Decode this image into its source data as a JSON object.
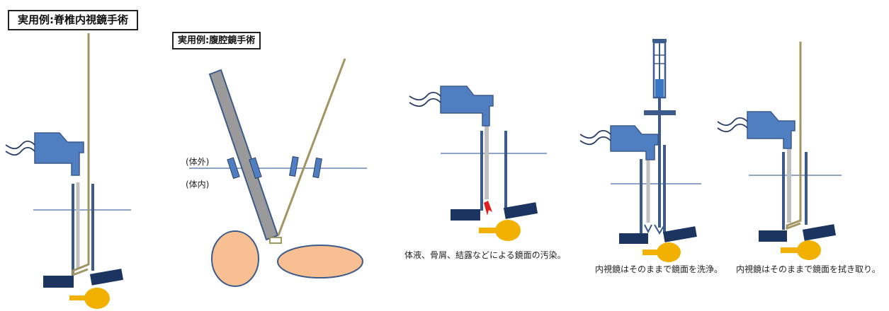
{
  "titles": {
    "spinal": "実用例:脊椎内視鏡手術",
    "laparo": "実用例:腹腔鏡手術"
  },
  "labels": {
    "outside": "(体外)",
    "inside": "(体内)"
  },
  "captions": {
    "contamination": "体液、骨屑、結露などによる鏡面の汚染。",
    "washing": "内視鏡はそのままで鏡面を洗浄。",
    "wiping": "内視鏡はそのままで鏡面を拭き取り。"
  },
  "colors": {
    "camera_blue": "#4f7fc1",
    "steel_blue": "#3d5a8c",
    "navy": "#1c3560",
    "olive": "#a09563",
    "scope_gray": "#c0c0c0",
    "trocar_gray": "#9a9a9a",
    "organ_orange": "#f7bf92",
    "wiper_yellow": "#f2b100",
    "dirt_red": "#e02020",
    "syringe_blue": "#3b76c4"
  }
}
